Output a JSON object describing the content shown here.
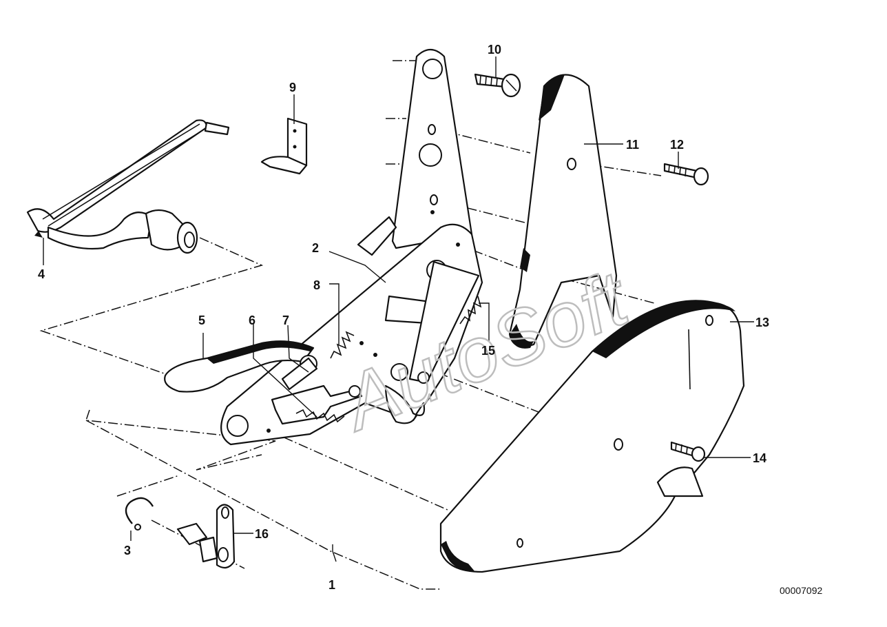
{
  "diagram": {
    "watermark": "AutoSoft",
    "document_number": "00007092",
    "callouts": [
      {
        "number": "1"
      },
      {
        "number": "2"
      },
      {
        "number": "3"
      },
      {
        "number": "4"
      },
      {
        "number": "5"
      },
      {
        "number": "6"
      },
      {
        "number": "7"
      },
      {
        "number": "8"
      },
      {
        "number": "9"
      },
      {
        "number": "10"
      },
      {
        "number": "11"
      },
      {
        "number": "12"
      },
      {
        "number": "13"
      },
      {
        "number": "14"
      },
      {
        "number": "15"
      },
      {
        "number": "16"
      }
    ]
  }
}
